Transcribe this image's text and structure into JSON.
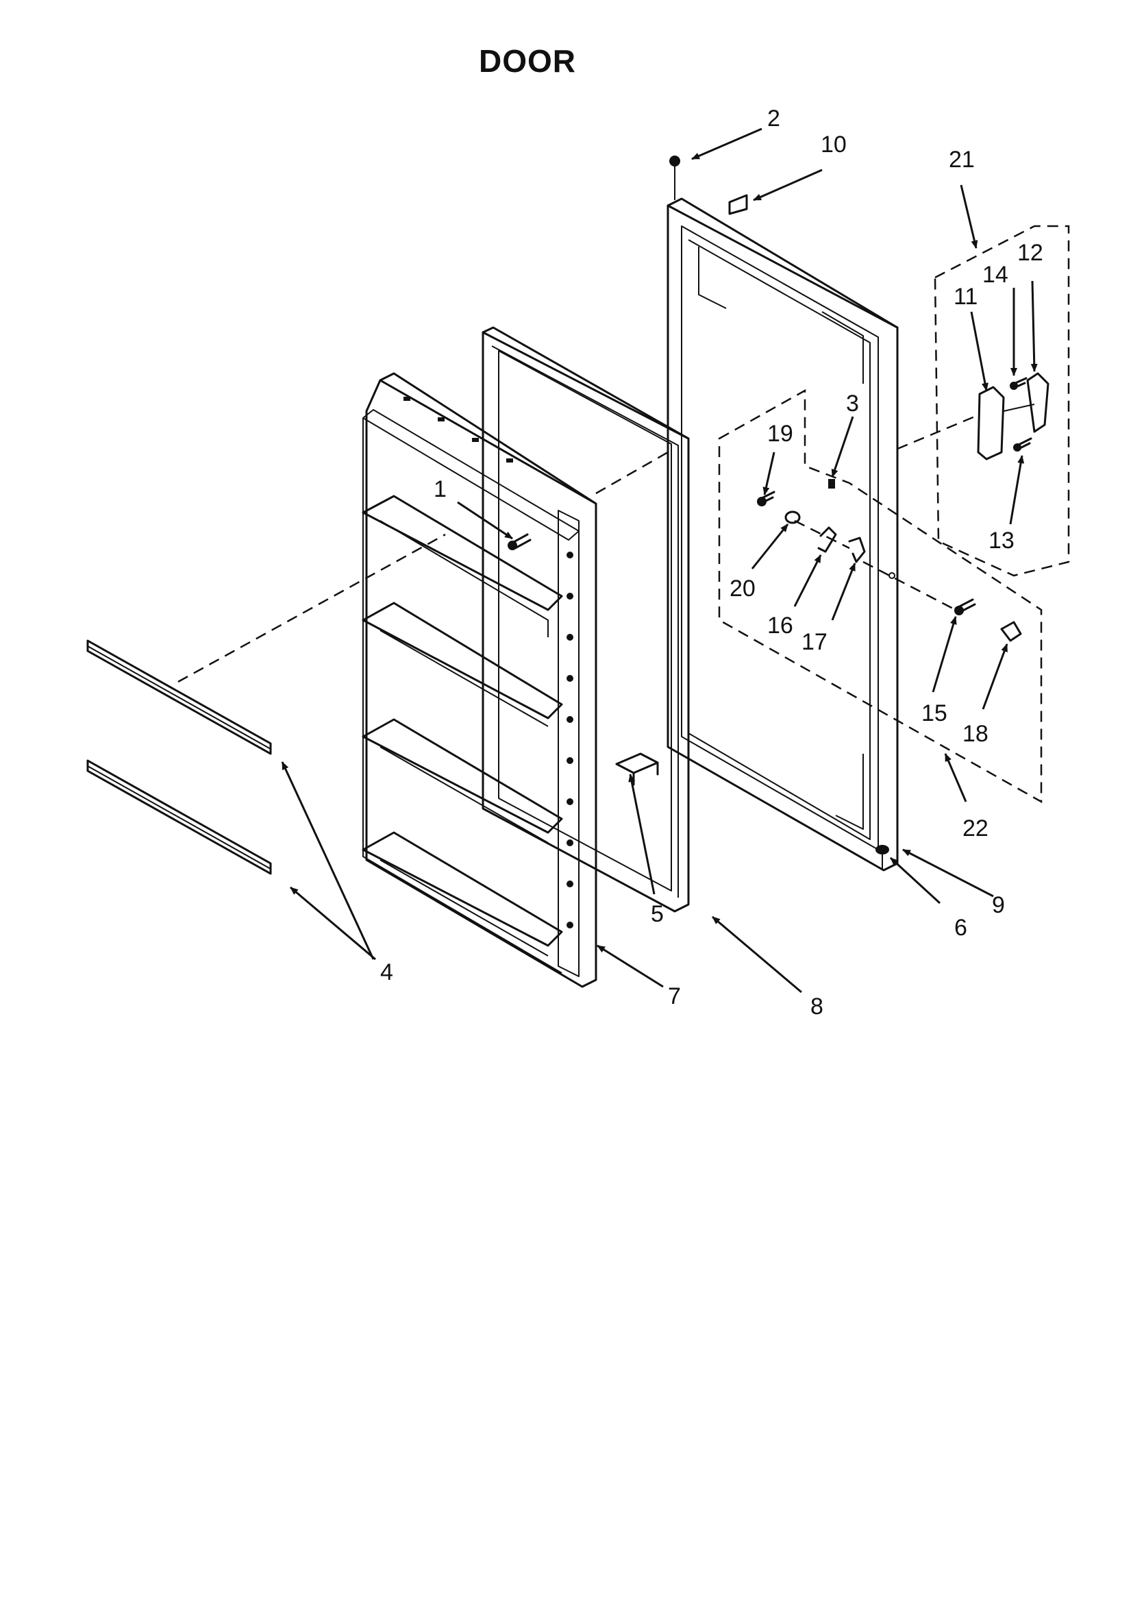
{
  "title": "DOOR",
  "callouts": [
    "1",
    "2",
    "3",
    "4",
    "5",
    "6",
    "7",
    "8",
    "9",
    "10",
    "11",
    "12",
    "13",
    "14",
    "15",
    "16",
    "17",
    "18",
    "19",
    "20",
    "21",
    "22"
  ]
}
